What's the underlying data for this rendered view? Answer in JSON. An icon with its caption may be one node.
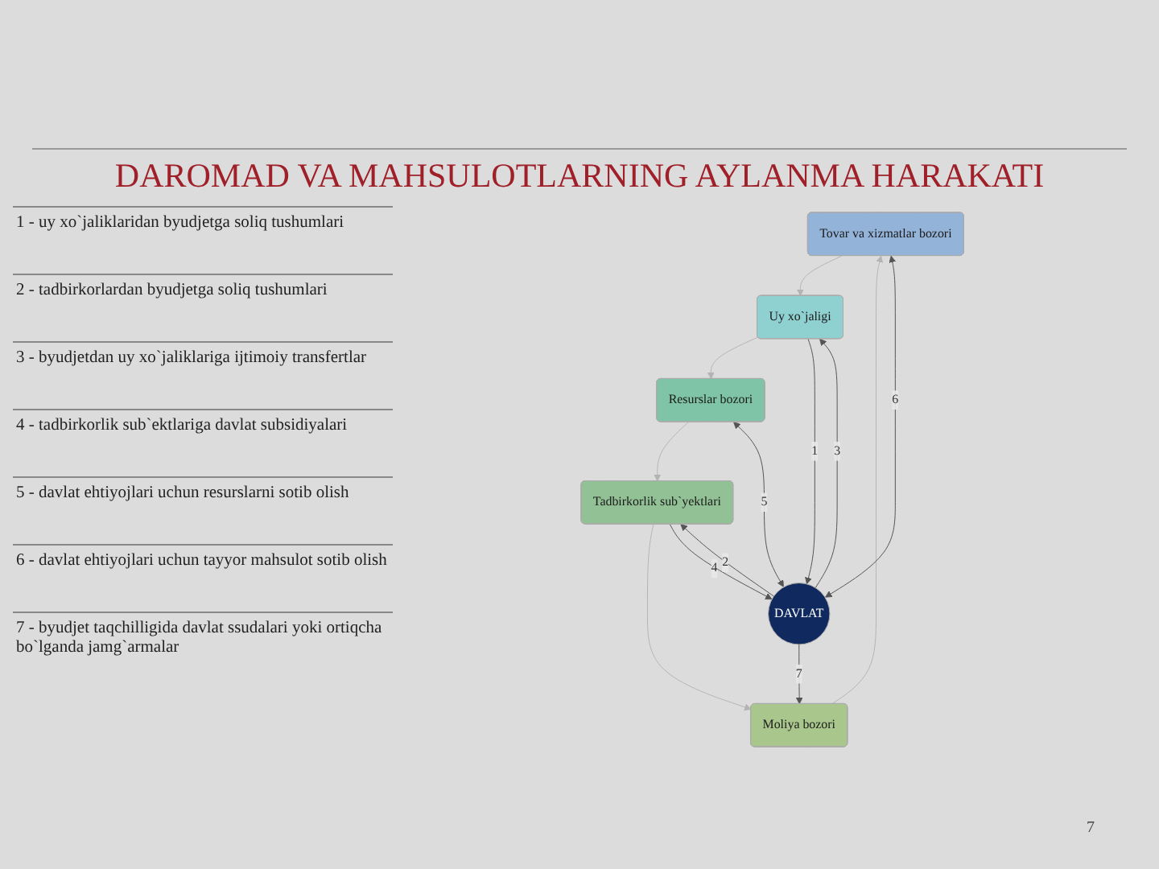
{
  "diagram": {
    "title": "DAROMAD VA MAHSULOTLARNING AYLANMA HARAKATI",
    "nodes": [
      {
        "text": [
          "Tovar va xizmatlar bozori"
        ]
      },
      {
        "text": [
          "Uy xo`jaligi"
        ]
      },
      {
        "text": [
          "Resurslar bozori"
        ]
      },
      {
        "text": [
          "Tadbirkorlik sub`yektlari"
        ]
      },
      {
        "text": [
          "Moliya bozori"
        ]
      },
      {
        "text": [
          "DAVLAT"
        ]
      }
    ],
    "edges": [
      {
        "from": 0,
        "to": 1,
        "arrow": "to",
        "color": "#b4b4b4"
      },
      {
        "from": 1,
        "to": 2,
        "arrow": "to",
        "color": "#b4b4b4"
      },
      {
        "from": 2,
        "to": 3,
        "arrow": "to",
        "color": "#b4b4b4"
      },
      {
        "from": 3,
        "to": 4,
        "arrow": "to",
        "color": "#b4b4b4"
      },
      {
        "from": 4,
        "to": 0,
        "arrow": "to",
        "color": "#b4b4b4"
      },
      {
        "from": 5,
        "to": 0,
        "arrow": "both",
        "label": "6"
      },
      {
        "from": 1,
        "to": 5,
        "arrow": "to",
        "label": "1"
      },
      {
        "from": 5,
        "to": 1,
        "arrow": "to",
        "label": "3"
      },
      {
        "from": 5,
        "to": 2,
        "arrow": "both",
        "label": "5"
      },
      {
        "from": 5,
        "to": 3,
        "arrow": "to",
        "label": "2"
      },
      {
        "from": 3,
        "to": 5,
        "arrow": "to",
        "label": "4"
      },
      {
        "from": 5,
        "to": 4,
        "arrow": "to",
        "label": "7"
      }
    ],
    "labels": [
      "1 - uy xo`jaliklaridan byudjetga soliq tushumlari",
      "2 - tadbirkorlardan byudjetga soliq tushumlari",
      "3 - byudjetdan uy xo`jaliklariga ijtimoiy transfertlar",
      "4 - tadbirkorlik sub`ektlariga davlat subsidiyalari",
      "5 - davlat ehtiyojlari uchun resurslarni sotib olish",
      "6 - davlat ehtiyojlari uchun tayyor mahsulot sotib olish",
      "7 - byudjet taqchilligida davlat ssudalari yoki ortiqcha bo`lganda jamg`armalar",
      "7"
    ]
  }
}
